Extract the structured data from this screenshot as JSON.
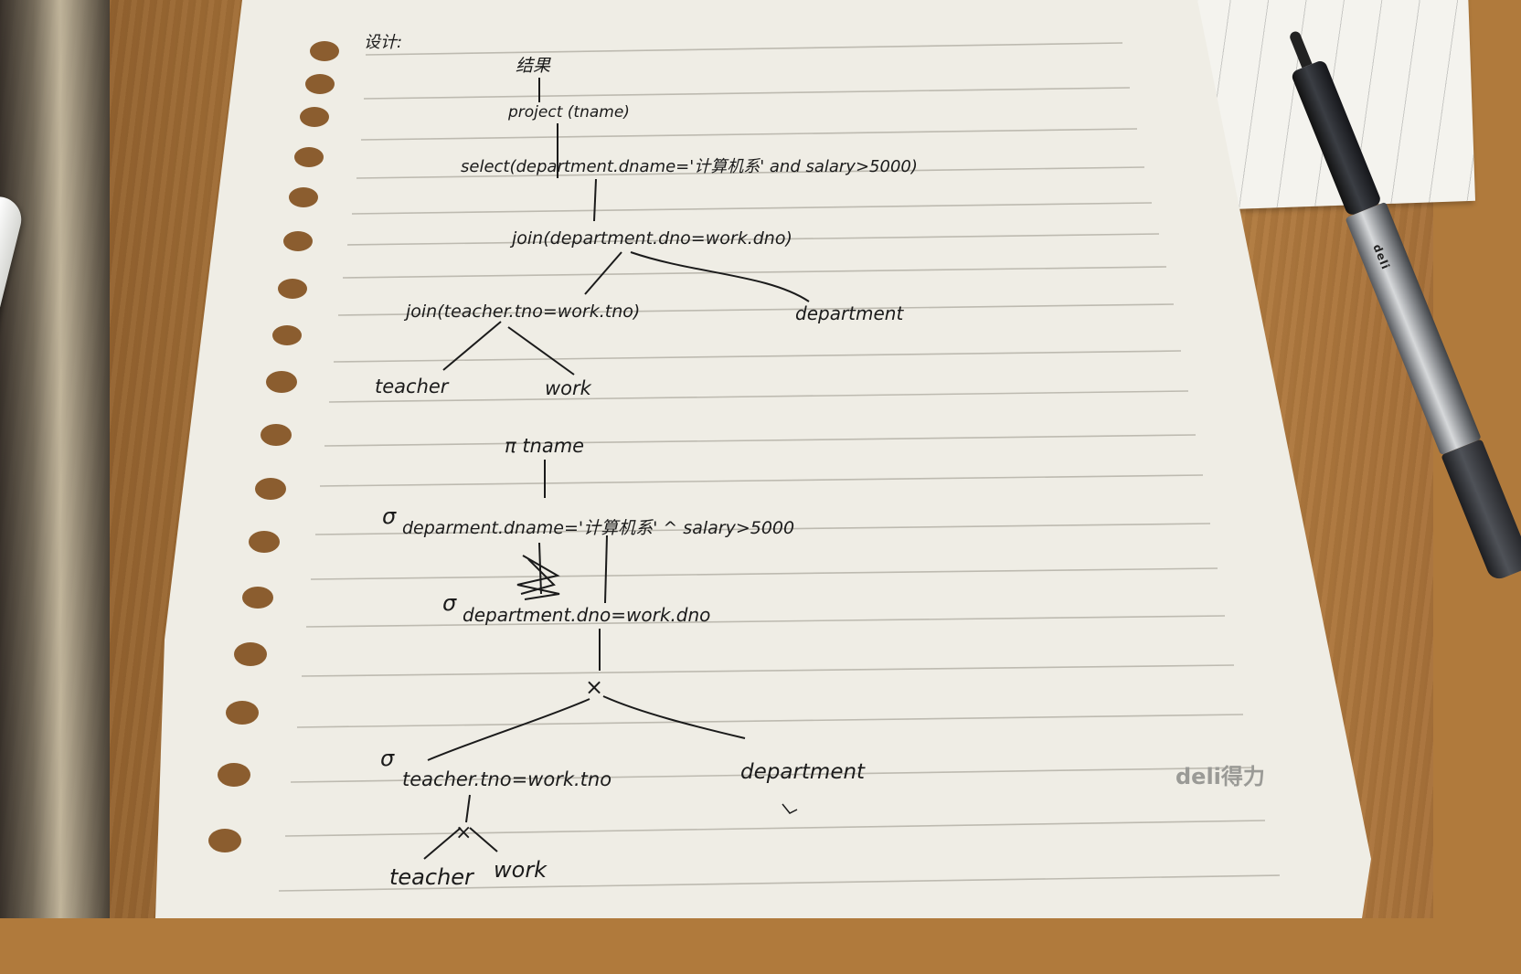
{
  "sheet": {
    "heading": "设计:",
    "tree1": {
      "root": "结果",
      "project": "project (tname)",
      "select": "select(department.dname='计算机系' and salary>5000)",
      "join_outer": "join(department.dno=work.dno)",
      "join_inner": "join(teacher.tno=work.tno)",
      "leaf_department": "department",
      "leaf_teacher": "teacher",
      "leaf_work": "work"
    },
    "tree2": {
      "projection": "π tname",
      "selection_symbol_1": "σ",
      "selection_1": "deparment.dname='计算机系' ^ salary>5000",
      "selection_symbol_2": "σ",
      "selection_2": "department.dno=work.dno",
      "product": "×",
      "selection_symbol_3": "σ",
      "selection_3": "teacher.tno=work.tno",
      "leaf_department": "department",
      "product_2": "×",
      "leaf_teacher": "teacher",
      "leaf_work": "work"
    },
    "brand": "deli得力"
  },
  "colors": {
    "ink": "#1b1b1b",
    "paper": "#efede5",
    "rule_line": "#bdbab0",
    "desk": "#b07a3c"
  },
  "pen": {
    "logo": "deli"
  }
}
